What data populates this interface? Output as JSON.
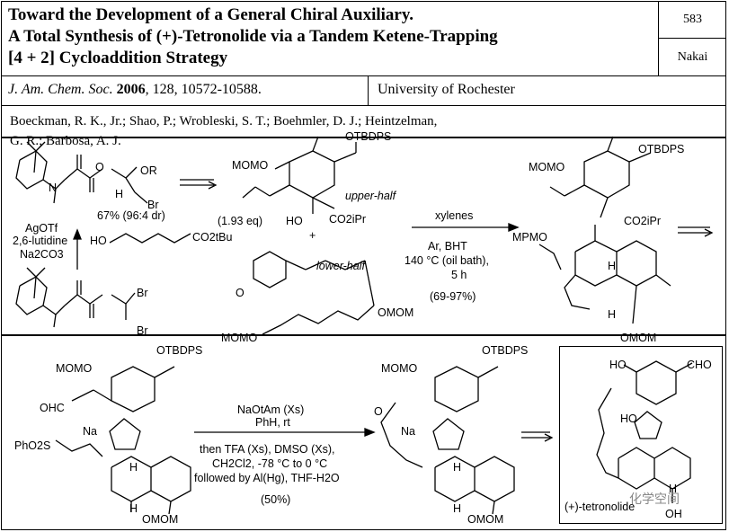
{
  "header": {
    "title_lines": [
      "Toward the Development of a General Chiral Auxiliary.",
      "A Total Synthesis of (+)-Tetronolide via a Tandem Ketene-Trapping",
      "[4 + 2] Cycloaddition Strategy"
    ],
    "number": "583",
    "presenter": "Nakai",
    "journal_name": "J. Am. Chem. Soc.",
    "journal_year": "2006",
    "journal_ref": ", 128, 10572-10588.",
    "university": "University of Rochester",
    "authors_line1": "Boeckman, R. K., Jr.; Shao, P.; Wrobleski, S. T.; Boehmler, D. J.; Heintzelman,",
    "authors_line2": "G. R.; Barbosa, A. J."
  },
  "scheme": {
    "top_left": {
      "or_label": "OR",
      "br1": "Br",
      "h_label": "H",
      "yield": "67% (96:4 dr)",
      "reagent1": "AgOTf",
      "reagent2": "2,6-lutidine",
      "reagent3": "Na2CO3",
      "diene_label": "CO2tBu",
      "ho_label": "HO",
      "br_a": "Br",
      "br_b": "Br",
      "n_label": "N",
      "o_label": "O"
    },
    "upper_half": {
      "otbdps": "OTBDPS",
      "momo": "MOMO",
      "name": "upper-half",
      "equiv": "(1.93 eq)",
      "ho": "HO",
      "ester": "CO2iPr",
      "plus": "+"
    },
    "lower_half": {
      "name": "lower-half",
      "omom": "OMOM",
      "momo": "MOMO",
      "o": "O"
    },
    "conditions_1": {
      "solvent": "xylenes",
      "line2": "Ar, BHT",
      "line3": "140 °C (oil bath),",
      "line4": "5 h",
      "yield": "(69-97%)"
    },
    "product_1": {
      "otbdps": "OTBDPS",
      "momo": "MOMO",
      "mpmo": "MPMO",
      "ester": "CO2iPr",
      "h1": "H",
      "h2": "H",
      "omom": "OMOM"
    },
    "bottom_left": {
      "momo": "MOMO",
      "otbdps": "OTBDPS",
      "ohc": "OHC",
      "na": "Na",
      "phso2": "PhO2S",
      "h1": "H",
      "h2": "H",
      "omom": "OMOM"
    },
    "conditions_2": {
      "line1": "NaOtAm (Xs)",
      "line2": "PhH, rt",
      "line3": "then TFA (Xs), DMSO (Xs),",
      "line4": "CH2Cl2, -78 °C to 0 °C",
      "line5": "followed by Al(Hg), THF-H2O",
      "yield": "(50%)"
    },
    "bottom_mid": {
      "momo": "MOMO",
      "otbdps": "OTBDPS",
      "na": "Na",
      "o": "O",
      "h1": "H",
      "h2": "H",
      "omom": "OMOM"
    },
    "final": {
      "ho1": "HO",
      "cho": "CHO",
      "ho2": "HO",
      "oh": "OH",
      "h": "H",
      "name": "(+)-tetronolide"
    },
    "watermark": "化学空间"
  }
}
